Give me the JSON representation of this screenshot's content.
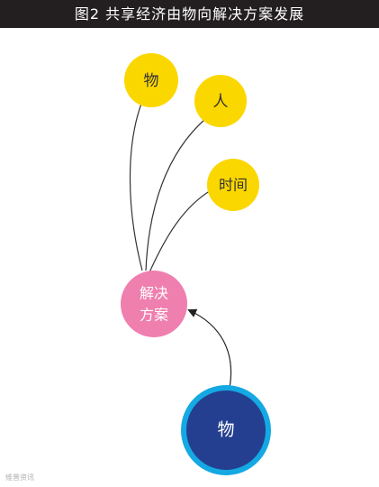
{
  "header": {
    "title": "图2  共享经济由物向解决方案发展"
  },
  "diagram": {
    "source": {
      "label": "物",
      "fill": "#243f8f",
      "ring": "#14a9e3"
    },
    "hub": {
      "label_line1": "解决",
      "label_line2": "方案",
      "fill": "#ef7fae"
    },
    "leaves": [
      {
        "label": "物"
      },
      {
        "label": "人"
      },
      {
        "label": "时间"
      }
    ],
    "leaf_fill": "#fbd700"
  },
  "watermark": "维普资讯"
}
